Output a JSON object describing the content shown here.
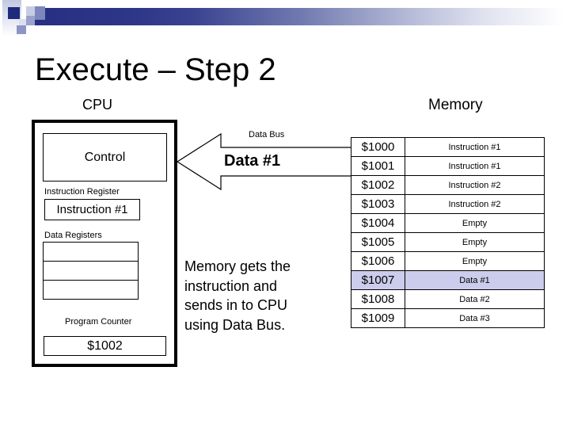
{
  "slide": {
    "title": "Execute – Step 2",
    "cpu_label": "CPU",
    "memory_label": "Memory"
  },
  "cpu": {
    "control_label": "Control",
    "instruction_register_label": "Instruction Register",
    "instruction_register_value": "Instruction #1",
    "data_registers_label": "Data Registers",
    "data_register_count": 3,
    "program_counter_label": "Program Counter",
    "program_counter_value": "$1002"
  },
  "bus": {
    "label": "Data Bus",
    "value": "Data #1",
    "direction": "left-into-cpu"
  },
  "note": {
    "lines": [
      "Memory gets the",
      "instruction and",
      "sends in to CPU",
      "using Data Bus."
    ]
  },
  "memory": {
    "rows": [
      {
        "address": "$1000",
        "value": "Instruction #1",
        "highlight": false
      },
      {
        "address": "$1001",
        "value": "Instruction #1",
        "highlight": false
      },
      {
        "address": "$1002",
        "value": "Instruction #2",
        "highlight": false
      },
      {
        "address": "$1003",
        "value": "Instruction #2",
        "highlight": false
      },
      {
        "address": "$1004",
        "value": "Empty",
        "highlight": false
      },
      {
        "address": "$1005",
        "value": "Empty",
        "highlight": false
      },
      {
        "address": "$1006",
        "value": "Empty",
        "highlight": false
      },
      {
        "address": "$1007",
        "value": "Data #1",
        "highlight": true
      },
      {
        "address": "$1008",
        "value": "Data #2",
        "highlight": false
      },
      {
        "address": "$1009",
        "value": "Data #3",
        "highlight": false
      }
    ]
  },
  "colors": {
    "accent_navy": "#1f2a7a",
    "bar_gradient_start": "#272f82",
    "highlight_row": "#ccccec",
    "text": "#000000",
    "background": "#ffffff"
  }
}
